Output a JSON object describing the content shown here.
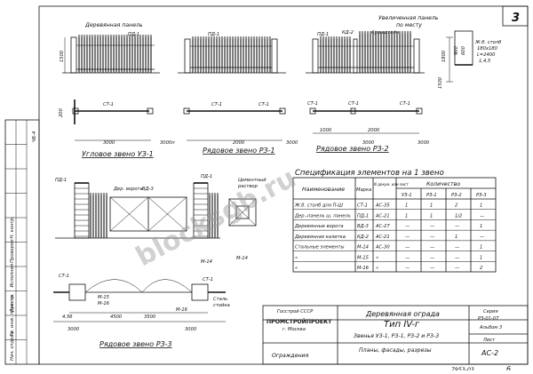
{
  "sheet": {
    "number": "3",
    "page": "6",
    "code": "7953-03"
  },
  "top": {
    "label_panel_wood": "Деревянная панель",
    "label_panel_increased": "Увеличенная панель",
    "label_panel_increased_2": "по месту",
    "label_bracket": "Кронштейн",
    "label_pd1": "ПД-1",
    "label_kd2": "КД-2",
    "label_st1": "СТ-1",
    "label_pillar": "Ж.б. столб",
    "label_pillar_size": "180х180",
    "label_pillar_len": "L=2400",
    "label_pillar_dist": "1,4,5",
    "dim_1800": "1800",
    "dim_1500": "1500",
    "dim_600": "600",
    "dim_900": "900",
    "dim_200": "200",
    "dim_1000": "1000",
    "dim_1000_2": "1000",
    "dim_3000": "3000",
    "dim_3000_2": "3000",
    "dim_3000_3": "3000",
    "dim_3000_4": "3000",
    "dim_2000": "2000",
    "dim_2000_2": "2000",
    "dim_3000n": "3000п",
    "caption_corner": "Угловое звено УЗ-1",
    "caption_row": "Рядовое звено РЗ-1",
    "caption_row2": "Рядовое звено РЗ-2"
  },
  "spec": {
    "title": "Спецификация элементов на 1 звено",
    "head_name": "Наименование",
    "head_mark": "Марка",
    "head_doc": "N докум. или лист",
    "head_qty": "Количество",
    "head_cols": [
      "УЗ-1",
      "РЗ-1",
      "РЗ-2",
      "РЗ-3"
    ],
    "rows": [
      {
        "name": "Ж.б. столб для П-Ш",
        "mark": "СТ-1",
        "doc": "АС-35",
        "q": [
          "1",
          "1",
          "2",
          "1"
        ]
      },
      {
        "name": "Дер.-панель ш. панель",
        "mark": "ПД-1",
        "doc": "АС-21",
        "q": [
          "1",
          "1",
          "1/2",
          "—"
        ]
      },
      {
        "name": "Деревянные ворота",
        "mark": "ВД-3",
        "doc": "АС-27",
        "q": [
          "—",
          "—",
          "—",
          "1"
        ]
      },
      {
        "name": "Деревянная калитка",
        "mark": "КД-2",
        "doc": "АС-21",
        "q": [
          "—",
          "—",
          "1",
          "—"
        ]
      },
      {
        "name": "Стальные элементы",
        "mark": "М-14",
        "doc": "АС-30",
        "q": [
          "—",
          "—",
          "—",
          "1"
        ]
      },
      {
        "name": "«",
        "mark": "М-15",
        "doc": "«",
        "q": [
          "—",
          "—",
          "—",
          "1"
        ]
      },
      {
        "name": "«",
        "mark": "М-16",
        "doc": "«",
        "q": [
          "—",
          "—",
          "—",
          "2"
        ]
      }
    ]
  },
  "bottom": {
    "label_gate": "Дер. ворота",
    "label_gate_mark": "ВД-3",
    "label_pd1": "ПД-1",
    "label_pd1_2": "ПД-1",
    "label_post": "Цементный",
    "label_post_2": "раствор",
    "label_m14": "М-14",
    "label_m15": "М-15",
    "label_m16": "М-16",
    "label_m16b": "М-16",
    "label_st1": "СТ-1",
    "label_st1b": "СТ-1",
    "label_steel": "Сталь",
    "label_steel_2": "стойка",
    "dim_4500": "4500",
    "dim_3500": "3500",
    "dim_3000": "3000",
    "dim_3000_2": "3000",
    "dim_4505": "4,5б",
    "caption_gate": "Рядовое звено РЗ-3"
  },
  "stamp": {
    "org_1": "Госстрой СССР",
    "org_2": "ПРОМСТРОЙПРОЕКТ",
    "org_3": "г. Москва",
    "title_1": "Деревянная ограда",
    "title_2": "Тип IV-г",
    "title_3": "Звенья УЗ-1, РЗ-1, РЗ-2 и РЗ-3",
    "title_4": "Планы, фасады, разрезы",
    "section": "Ограждения",
    "series_label": "Серия",
    "series_val": "РЗ-01-07",
    "album": "Альбом 3",
    "list_label": "Лист",
    "list_val": "АС-2",
    "side_rows": [
      "Нач. отдела",
      "Гл. инж. проекта",
      "Рук. гр.",
      "Исполнил",
      "Проверил",
      "Н. контр."
    ],
    "side_code": "ЧБ-4"
  },
  "watermark": "blocksgb.ru"
}
